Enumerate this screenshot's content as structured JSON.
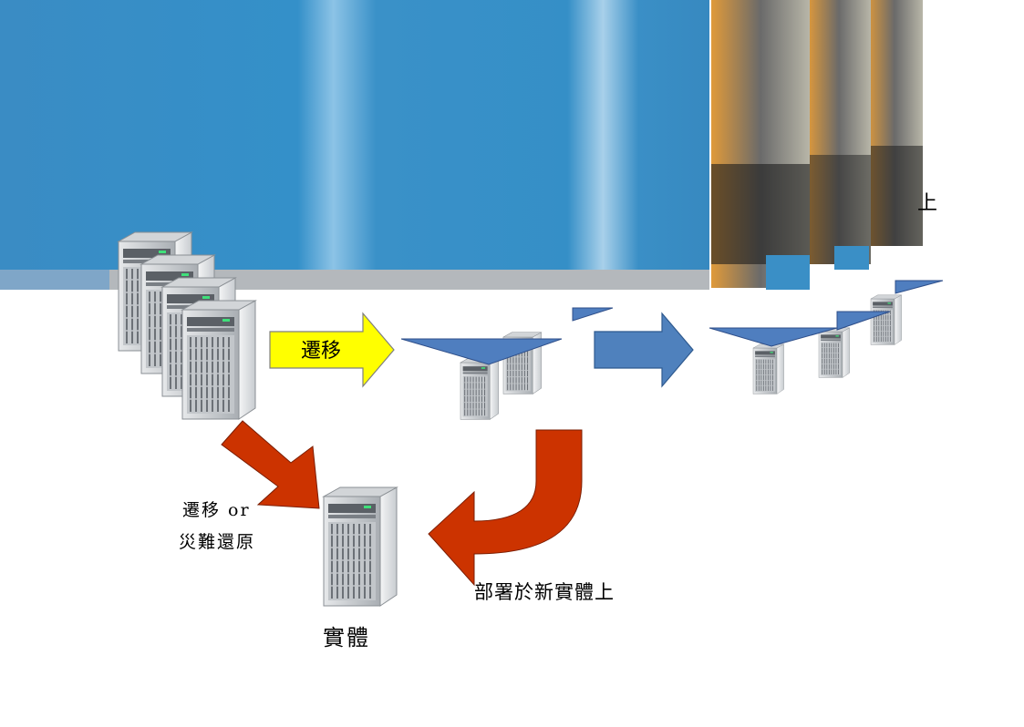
{
  "labels": {
    "migrate_arrow": "遷移",
    "migrate_or_line1": "遷移 or",
    "migrate_or_line2": "災難還原",
    "deploy_new_physical": "部署於新實體上",
    "physical": "實體",
    "partial_char": "上"
  },
  "icons": [
    "server-rack-icon",
    "right-arrow-icon",
    "curved-arrow-icon"
  ],
  "colors": {
    "banner_blue": "#3b8ec4",
    "arrow_yellow": "#ffff00",
    "arrow_blue": "#4f81bd",
    "arrow_red": "#cc3300",
    "triangle_blue": "#4f7ebf",
    "banner_orange": "#e09a3a"
  }
}
